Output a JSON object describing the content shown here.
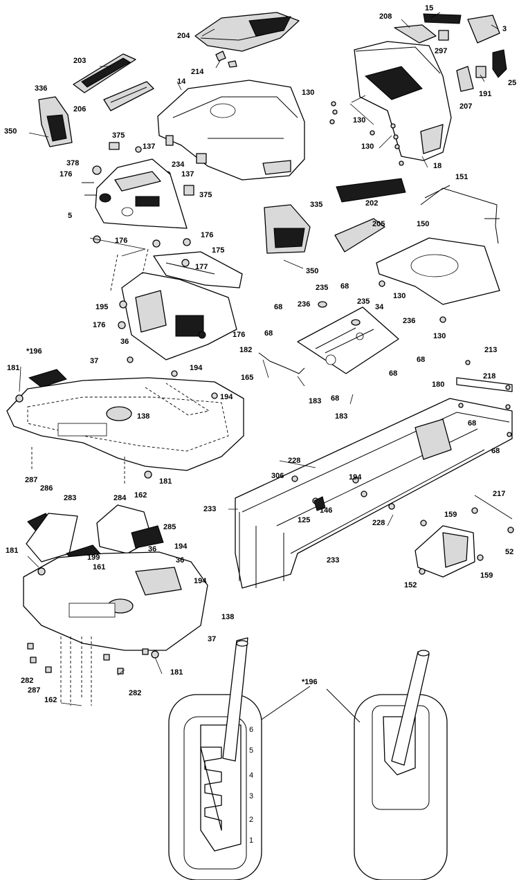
{
  "diagram": {
    "callouts": [
      {
        "id": "c15",
        "text": "15"
      },
      {
        "id": "c3",
        "text": "3"
      },
      {
        "id": "c208",
        "text": "208"
      },
      {
        "id": "c297",
        "text": "297"
      },
      {
        "id": "c25",
        "text": "25"
      },
      {
        "id": "c191",
        "text": "191"
      },
      {
        "id": "c207",
        "text": "207"
      },
      {
        "id": "c204",
        "text": "204"
      },
      {
        "id": "c214",
        "text": "214"
      },
      {
        "id": "c203",
        "text": "203"
      },
      {
        "id": "c14",
        "text": "14"
      },
      {
        "id": "c336",
        "text": "336"
      },
      {
        "id": "c206",
        "text": "206"
      },
      {
        "id": "c350a",
        "text": "350"
      },
      {
        "id": "c375a",
        "text": "375"
      },
      {
        "id": "c137a",
        "text": "137"
      },
      {
        "id": "c137b",
        "text": "137"
      },
      {
        "id": "c378",
        "text": "378"
      },
      {
        "id": "c234",
        "text": "234"
      },
      {
        "id": "c176a",
        "text": "176"
      },
      {
        "id": "c375b",
        "text": "375"
      },
      {
        "id": "c5",
        "text": "5"
      },
      {
        "id": "c130a",
        "text": "130"
      },
      {
        "id": "c130b",
        "text": "130"
      },
      {
        "id": "c130c",
        "text": "130"
      },
      {
        "id": "c18",
        "text": "18"
      },
      {
        "id": "c151",
        "text": "151"
      },
      {
        "id": "c202",
        "text": "202"
      },
      {
        "id": "c335",
        "text": "335"
      },
      {
        "id": "c150",
        "text": "150"
      },
      {
        "id": "c205",
        "text": "205"
      },
      {
        "id": "c176b",
        "text": "176"
      },
      {
        "id": "c176c",
        "text": "176"
      },
      {
        "id": "c175",
        "text": "175"
      },
      {
        "id": "c177",
        "text": "177"
      },
      {
        "id": "c350b",
        "text": "350"
      },
      {
        "id": "c130d",
        "text": "130"
      },
      {
        "id": "c235a",
        "text": "235"
      },
      {
        "id": "c68a",
        "text": "68"
      },
      {
        "id": "c235b",
        "text": "235"
      },
      {
        "id": "c68b",
        "text": "68"
      },
      {
        "id": "c236a",
        "text": "236"
      },
      {
        "id": "c34",
        "text": "34"
      },
      {
        "id": "c195",
        "text": "195"
      },
      {
        "id": "c236b",
        "text": "236"
      },
      {
        "id": "c176d",
        "text": "176"
      },
      {
        "id": "c176e",
        "text": "176"
      },
      {
        "id": "c68c",
        "text": "68"
      },
      {
        "id": "c130e",
        "text": "130"
      },
      {
        "id": "c182",
        "text": "182"
      },
      {
        "id": "c196",
        "text": "*196"
      },
      {
        "id": "c36a",
        "text": "36"
      },
      {
        "id": "c68d",
        "text": "68"
      },
      {
        "id": "c181a",
        "text": "181"
      },
      {
        "id": "c37a",
        "text": "37"
      },
      {
        "id": "c194a",
        "text": "194"
      },
      {
        "id": "c165",
        "text": "165"
      },
      {
        "id": "c68e",
        "text": "68"
      },
      {
        "id": "c213",
        "text": "213"
      },
      {
        "id": "c218",
        "text": "218"
      },
      {
        "id": "c183a",
        "text": "183"
      },
      {
        "id": "c68f",
        "text": "68"
      },
      {
        "id": "c194b",
        "text": "194"
      },
      {
        "id": "c180",
        "text": "180"
      },
      {
        "id": "c138a",
        "text": "138"
      },
      {
        "id": "c183b",
        "text": "183"
      },
      {
        "id": "c68g",
        "text": "68"
      },
      {
        "id": "c68h",
        "text": "68"
      },
      {
        "id": "c287a",
        "text": "287"
      },
      {
        "id": "c228a",
        "text": "228"
      },
      {
        "id": "c306",
        "text": "306"
      },
      {
        "id": "c194c",
        "text": "194"
      },
      {
        "id": "c181b",
        "text": "181"
      },
      {
        "id": "c162a",
        "text": "162"
      },
      {
        "id": "c286",
        "text": "286"
      },
      {
        "id": "c283",
        "text": "283"
      },
      {
        "id": "c284",
        "text": "284"
      },
      {
        "id": "c217",
        "text": "217"
      },
      {
        "id": "c233a",
        "text": "233"
      },
      {
        "id": "c146",
        "text": "146"
      },
      {
        "id": "c125",
        "text": "125"
      },
      {
        "id": "c228b",
        "text": "228"
      },
      {
        "id": "c159a",
        "text": "159"
      },
      {
        "id": "c285",
        "text": "285"
      },
      {
        "id": "c52",
        "text": "52"
      },
      {
        "id": "c194d",
        "text": "194"
      },
      {
        "id": "c36b",
        "text": "36"
      },
      {
        "id": "c181c",
        "text": "181"
      },
      {
        "id": "c199",
        "text": "199"
      },
      {
        "id": "c36c",
        "text": "36"
      },
      {
        "id": "c161",
        "text": "161"
      },
      {
        "id": "c233b",
        "text": "233"
      },
      {
        "id": "c194e",
        "text": "194"
      },
      {
        "id": "c159b",
        "text": "159"
      },
      {
        "id": "c152",
        "text": "152"
      },
      {
        "id": "c138b",
        "text": "138"
      },
      {
        "id": "c37b",
        "text": "37"
      },
      {
        "id": "c181d",
        "text": "181"
      },
      {
        "id": "c282a",
        "text": "282"
      },
      {
        "id": "c287b",
        "text": "287"
      },
      {
        "id": "c282b",
        "text": "282"
      },
      {
        "id": "c162b",
        "text": "162"
      },
      {
        "id": "c196b",
        "text": "*196"
      }
    ],
    "gear_labels": [
      "6",
      "5",
      "4",
      "3",
      "2",
      "1"
    ]
  },
  "colors": {
    "line": "#000000",
    "fill_light": "#d9d9d9",
    "fill_dark": "#5a5a5a",
    "background": "#ffffff"
  }
}
